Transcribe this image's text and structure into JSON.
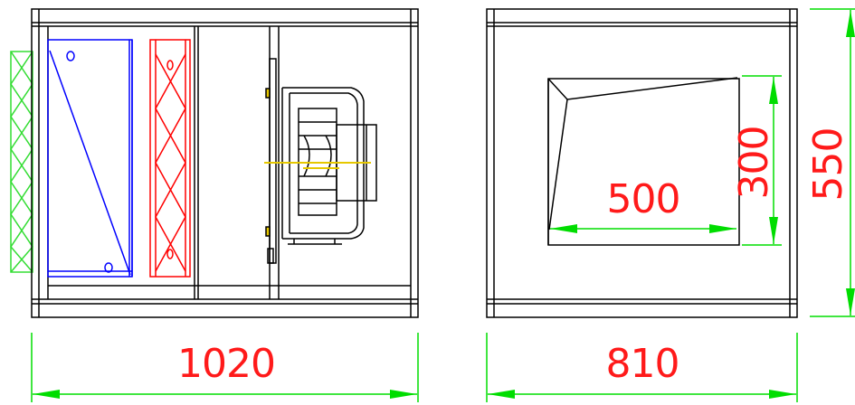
{
  "drawing": {
    "dimensions": {
      "side_width": "1020",
      "front_width": "810",
      "front_height": "550",
      "opening_width": "500",
      "opening_height": "300"
    },
    "colors": {
      "outline": "#000000",
      "dimension_line": "#00dd00",
      "dimension_text": "#ff1a1a",
      "filter_frame": "#0000ff",
      "coil_frame": "#ff0000",
      "fan_axis": "#e6c800",
      "prefilter_mesh": "#33dd33"
    }
  }
}
